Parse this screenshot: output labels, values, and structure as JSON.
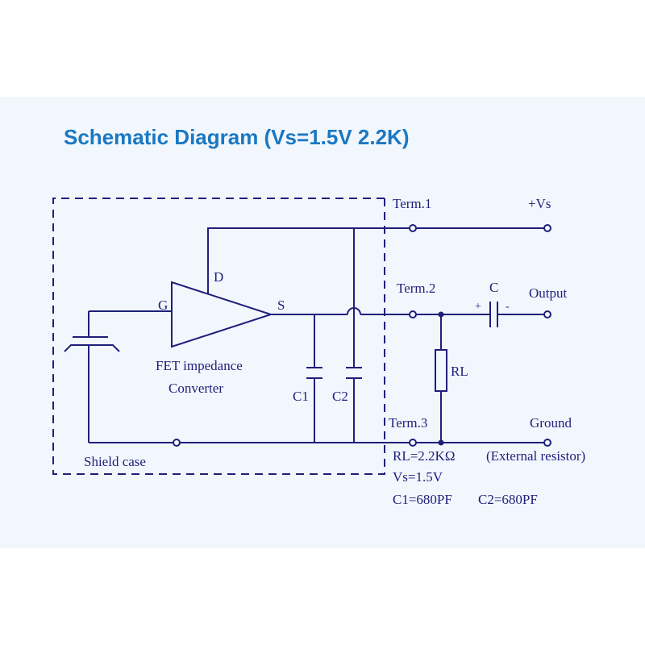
{
  "title": "Schematic Diagram (Vs=1.5V 2.2K)",
  "labels": {
    "term1": "Term.1",
    "vs": "+Vs",
    "term2": "Term.2",
    "cap_c": "C",
    "output": "Output",
    "cap_plus": "+",
    "cap_minus": "-",
    "gate": "G",
    "drain": "D",
    "source": "S",
    "fet_line1": "FET impedance",
    "fet_line2": "Converter",
    "rl": "RL",
    "c1": "C1",
    "c2": "C2",
    "term3": "Term.3",
    "ground": "Ground",
    "shield": "Shield case"
  },
  "specs": {
    "rl": "RL=2.2KΩ",
    "external": "(External resistor)",
    "vs": "Vs=1.5V",
    "c1": "C1=680PF",
    "c2": "C2=680PF"
  },
  "colors": {
    "title": "#1a78c2",
    "ink": "#1f1f7a",
    "panel": "#f2f7fd"
  }
}
